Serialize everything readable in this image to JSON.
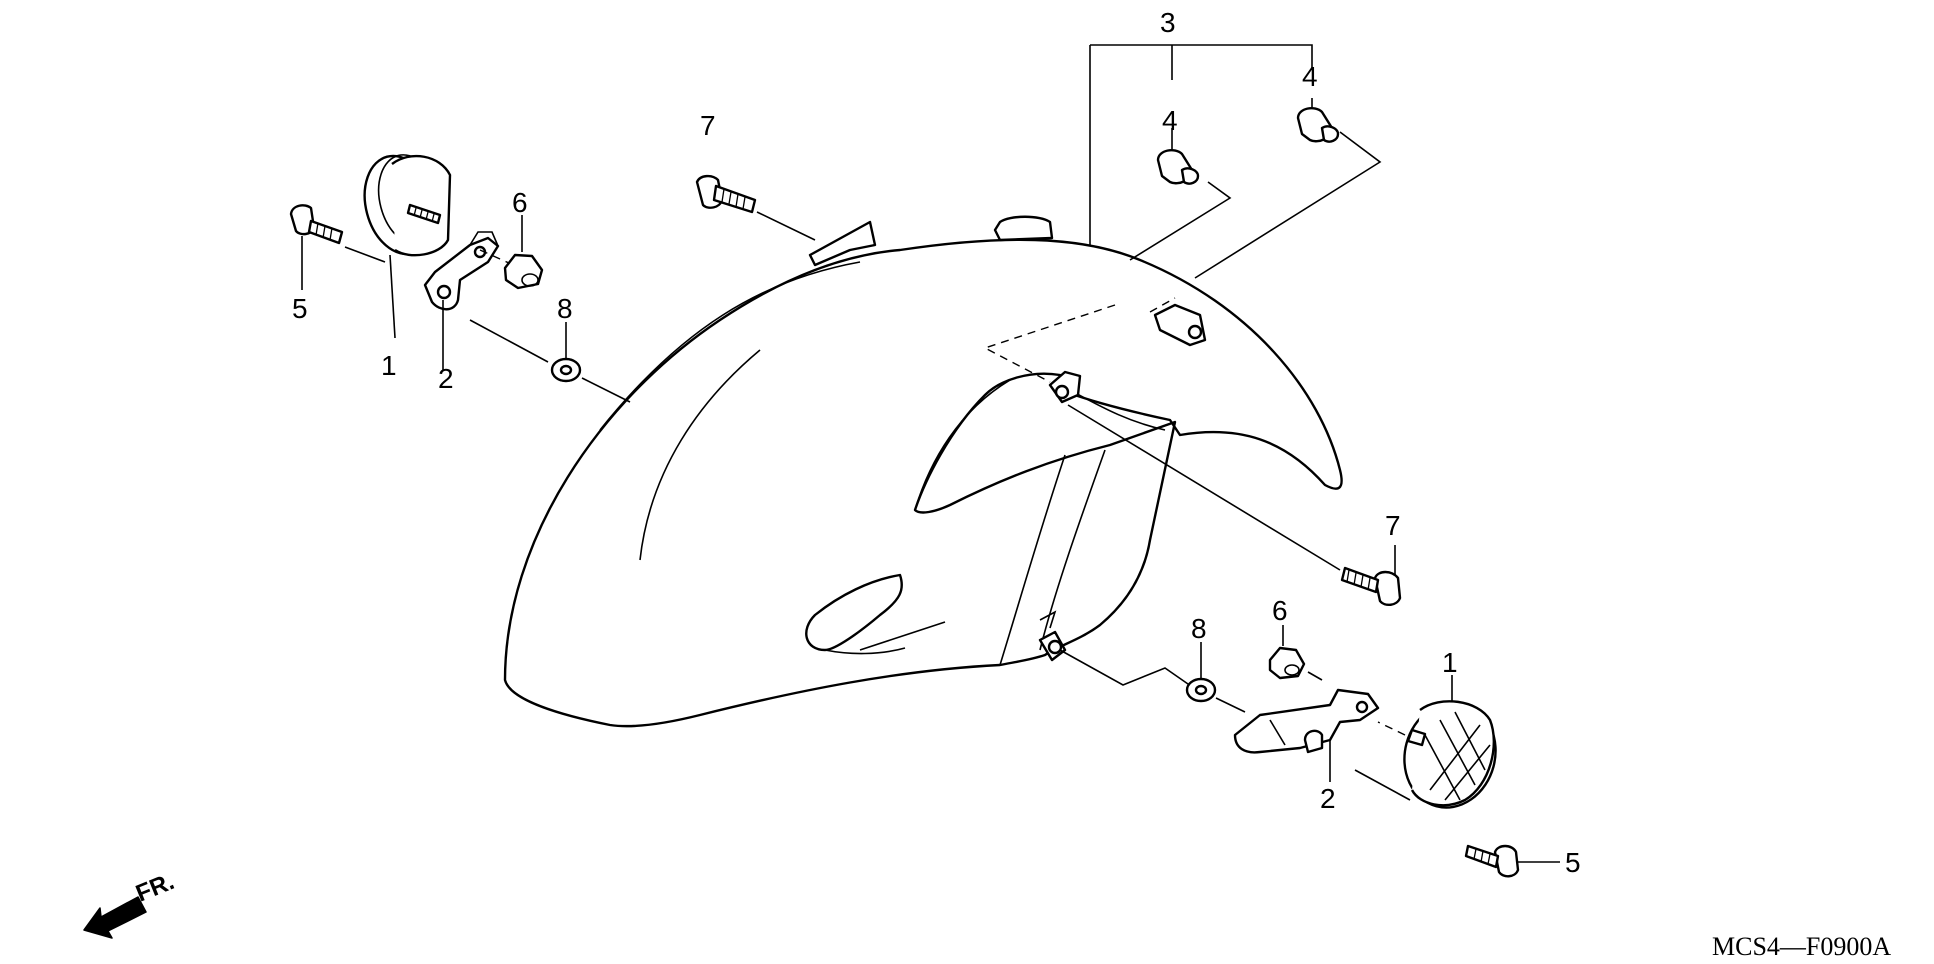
{
  "diagram": {
    "part_code": "MCS4—F0900A",
    "direction_label": "FR.",
    "callouts": {
      "c1_left": "1",
      "c2_left": "2",
      "c3": "3",
      "c4_upper": "4",
      "c4_lower": "4",
      "c5_left": "5",
      "c6_left": "6",
      "c7_left": "7",
      "c8_left": "8",
      "c7_right": "7",
      "c8_right": "8",
      "c6_right": "6",
      "c1_right": "1",
      "c2_right": "2",
      "c5_right": "5"
    },
    "parts": [
      "front-fender",
      "reflector",
      "reflector-stay",
      "fender-stay-set",
      "collar",
      "screw",
      "nut",
      "bolt",
      "washer"
    ]
  }
}
